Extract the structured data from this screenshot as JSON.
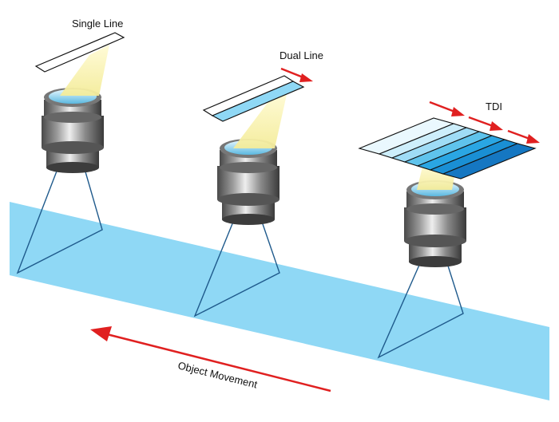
{
  "labels": {
    "single_line": "Single Line",
    "dual_line": "Dual Line",
    "tdi": "TDI",
    "object_movement": "Object Movement"
  },
  "colors": {
    "conveyor": "#8fd8f5",
    "arrow": "#e02020",
    "light_cone": "#f7f2b0",
    "lens_glass": "#8fd3ee",
    "cone_lines": "#1f5a8c",
    "sensor_stripe_light": "#cdeefb",
    "sensor_stripe_mid": "#5fc3ec",
    "sensor_stripe_dark": "#1577c2"
  },
  "icons": [
    "camera-lens-icon",
    "arrow-right-icon",
    "arrow-left-icon"
  ]
}
